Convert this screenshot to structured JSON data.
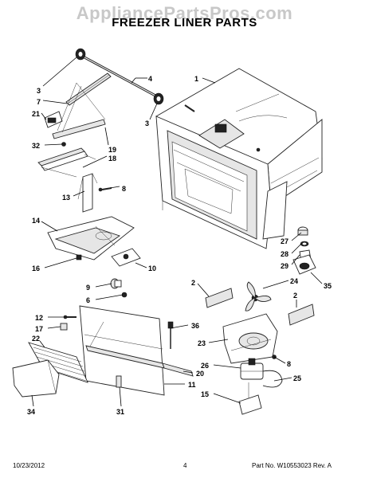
{
  "header": {
    "watermark": "AppliancePartsPros.com",
    "title": "FREEZER LINER PARTS"
  },
  "footer": {
    "date": "10/23/2012",
    "page_number": "4",
    "part_no": "Part No. W10553023  Rev. A"
  },
  "diagram": {
    "callouts": {
      "c3a": "3",
      "c4": "4",
      "c1": "1",
      "c7": "7",
      "c21": "21",
      "c3b": "3",
      "c32": "32",
      "c19": "19",
      "c18": "18",
      "c13": "13",
      "c8a": "8",
      "c14": "14",
      "c27": "27",
      "c28": "28",
      "c29": "29",
      "c16": "16",
      "c10": "10",
      "c35": "35",
      "c2a": "2",
      "c24": "24",
      "c9": "9",
      "c6": "6",
      "c2b": "2",
      "c12": "12",
      "c36": "36",
      "c17": "17",
      "c22": "22",
      "c23": "23",
      "c8b": "8",
      "c26": "26",
      "c20": "20",
      "c25": "25",
      "c11": "11",
      "c15": "15",
      "c34": "34",
      "c31": "31"
    }
  }
}
